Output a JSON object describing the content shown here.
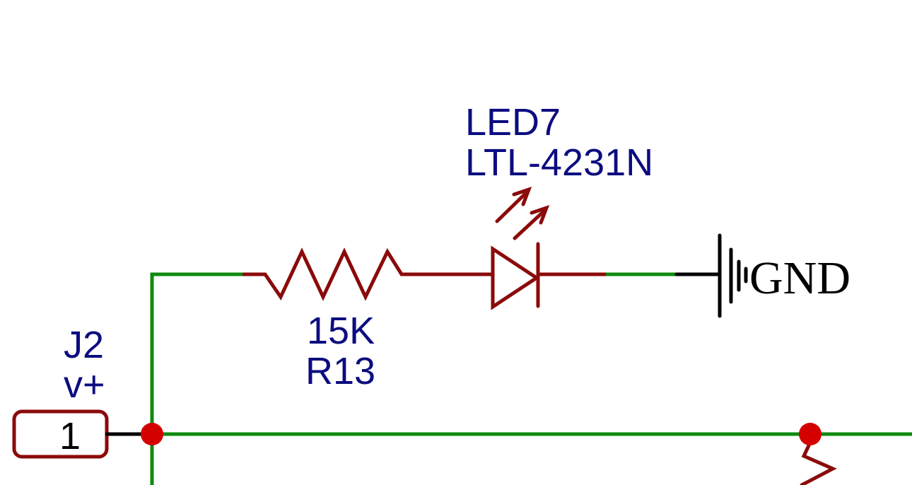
{
  "schematic": {
    "led": {
      "designator": "LED7",
      "value": "LTL-4231N"
    },
    "resistor": {
      "value": "15K",
      "designator": "R13"
    },
    "connector": {
      "designator": "J2",
      "net": "v+",
      "pin": "1"
    },
    "ground": {
      "label": "GND"
    }
  },
  "colors": {
    "wire": "#0f8a0f",
    "component": "#8b0a0a",
    "label": "#0c0c80",
    "junction": "#d40000",
    "symbol": "#000000"
  }
}
